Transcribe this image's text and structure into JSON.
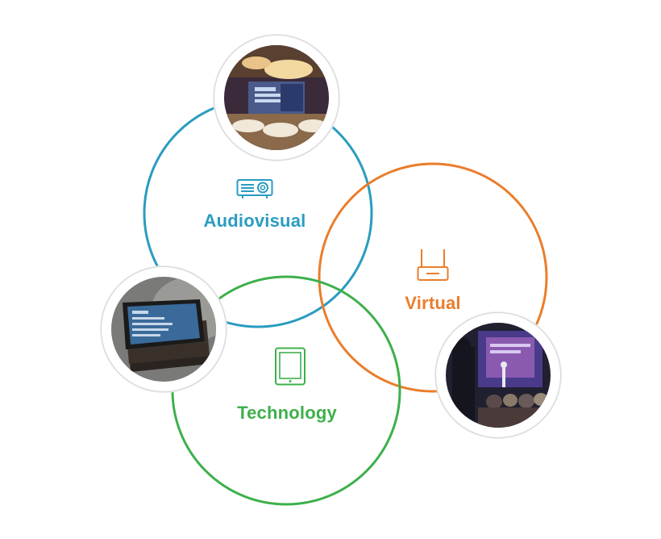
{
  "nodes": [
    {
      "id": "audiovisual",
      "label": "Audiovisual",
      "color": "#2a9cc0",
      "icon": "projector-icon"
    },
    {
      "id": "virtual",
      "label": "Virtual",
      "color": "#ea7d2b",
      "icon": "wifi-router-icon"
    },
    {
      "id": "technology",
      "label": "Technology",
      "color": "#3db04b",
      "icon": "tablet-icon"
    }
  ],
  "photos": [
    {
      "id": "conference-ballroom",
      "description_icon": "conference-room-photo"
    },
    {
      "id": "tablets-stack",
      "description_icon": "stacked-tablets-photo"
    },
    {
      "id": "stage-presentation",
      "description_icon": "audience-stage-photo"
    }
  ]
}
